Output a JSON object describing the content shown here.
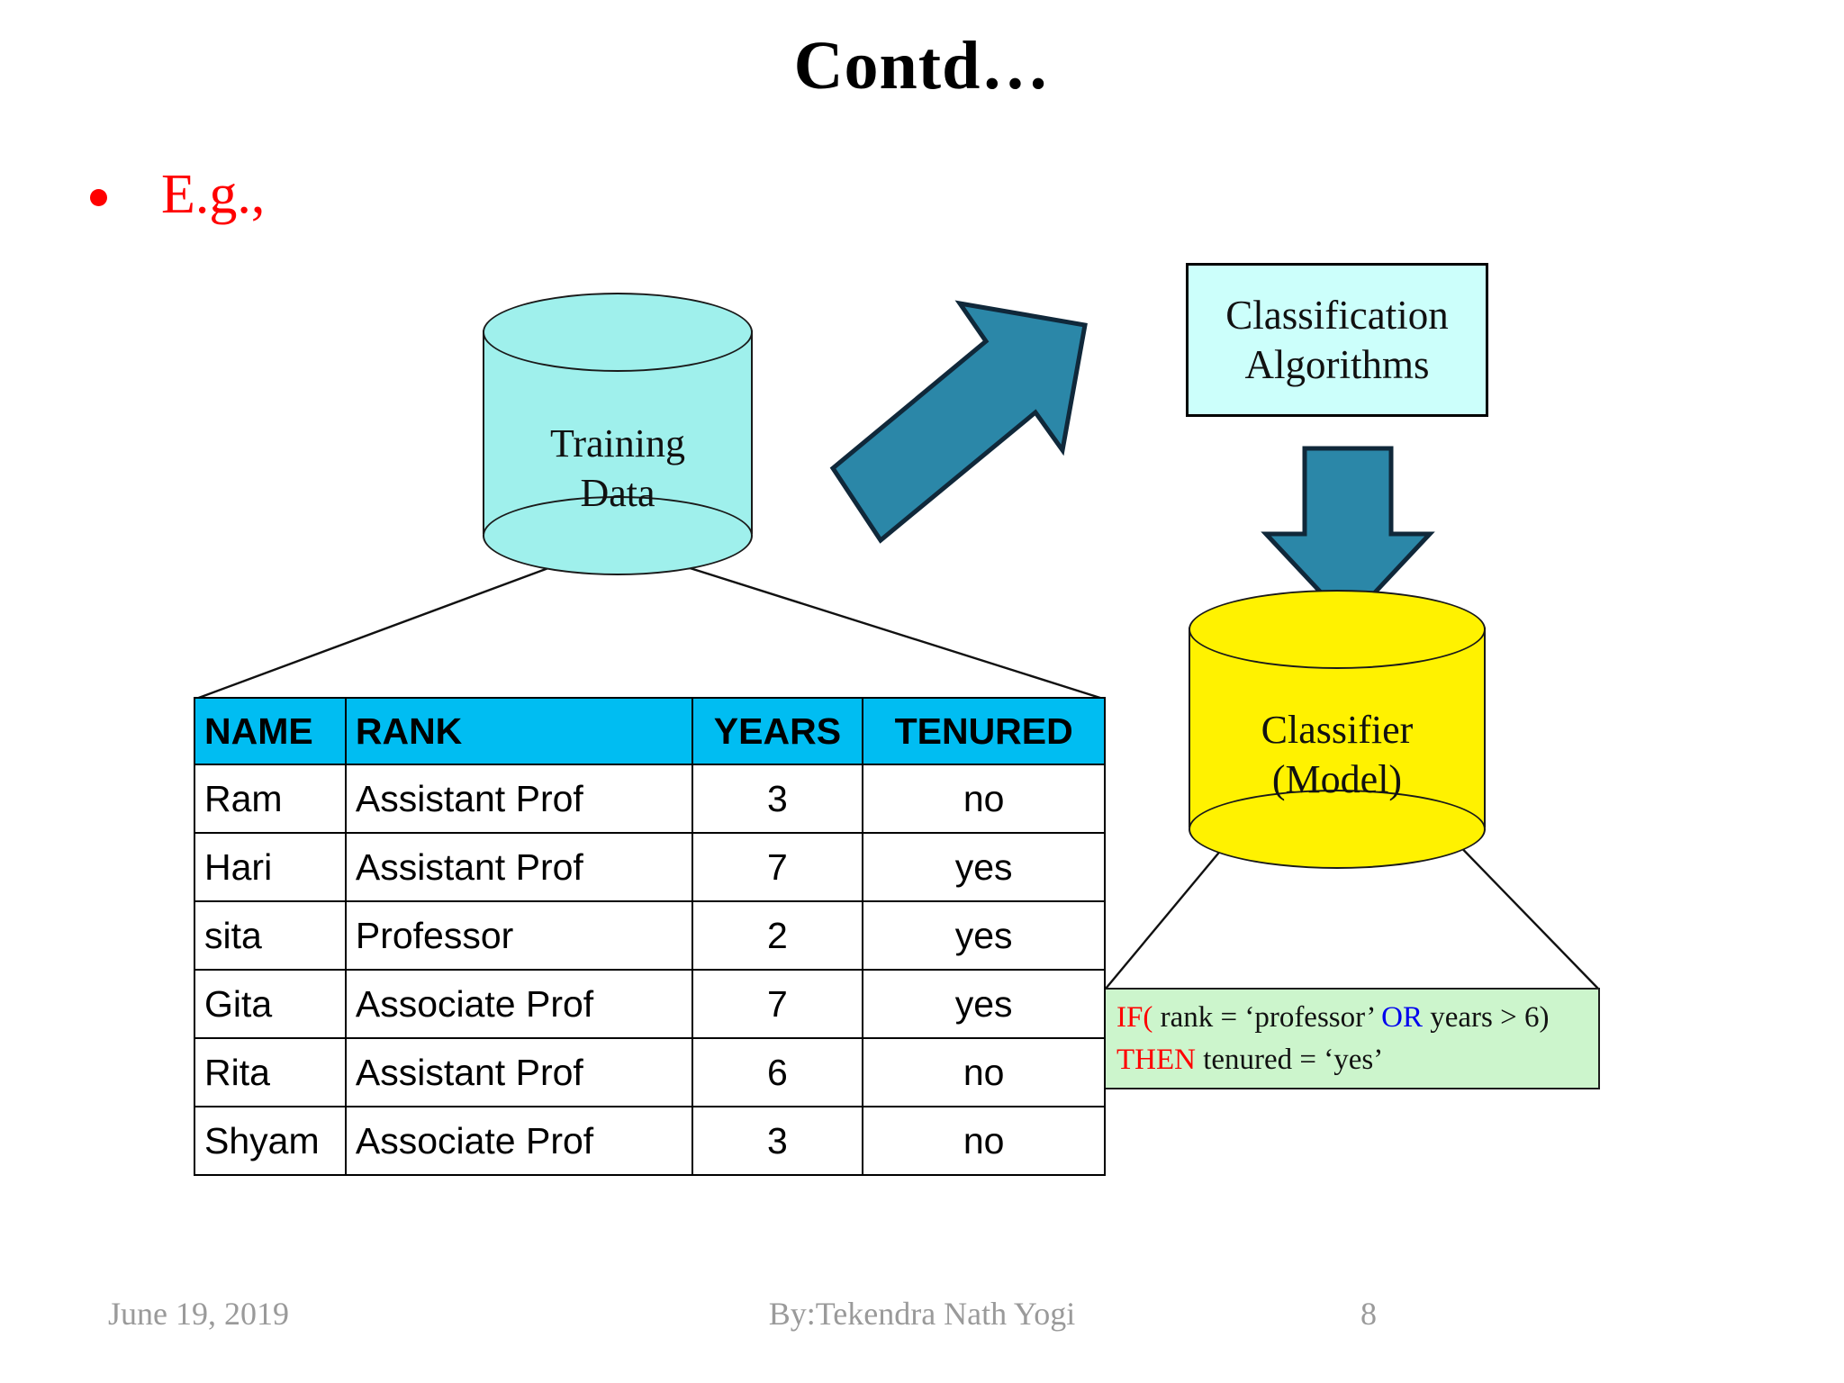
{
  "slide": {
    "title": "Contd…",
    "bullet_text": "E.g.,",
    "bullet_color": "#ff0000"
  },
  "diagram": {
    "training_cylinder": {
      "label_line1": "Training",
      "label_line2": "Data",
      "fill_color": "#9ff0ec"
    },
    "algorithms_box": {
      "line1": "Classification",
      "line2": "Algorithms",
      "fill_color": "#ccfffb"
    },
    "classifier_cylinder": {
      "label_line1": "Classifier",
      "label_line2": "(Model)",
      "fill_color": "#fff200"
    },
    "arrows": {
      "diagonal_arrow_name": "arrow-training-to-algorithms",
      "down_arrow_name": "arrow-algorithms-to-classifier",
      "color": "#2b87a8"
    },
    "rule_box": {
      "line1_if": "IF(",
      "line1_cond_a": " rank = ‘professor’ ",
      "line1_or": "OR",
      "line1_cond_b": " years > 6)",
      "line2_then": "THEN",
      "line2_rest": " tenured = ‘yes’",
      "fill_color": "#ccf5cc",
      "if_color": "#ff0000",
      "or_color": "#0000ee"
    }
  },
  "table": {
    "header_bg": "#00bdf2",
    "columns": [
      "NAME",
      "RANK",
      "YEARS",
      "TENURED"
    ],
    "rows": [
      [
        "Ram",
        "Assistant Prof",
        "3",
        "no"
      ],
      [
        "Hari",
        "Assistant Prof",
        "7",
        "yes"
      ],
      [
        "sita",
        "Professor",
        "2",
        "yes"
      ],
      [
        "Gita",
        "Associate Prof",
        "7",
        "yes"
      ],
      [
        "Rita",
        "Assistant Prof",
        "6",
        "no"
      ],
      [
        "Shyam",
        "Associate Prof",
        "3",
        "no"
      ]
    ]
  },
  "footer": {
    "date": "June 19, 2019",
    "author": "By:Tekendra Nath Yogi",
    "page_number": "8"
  }
}
